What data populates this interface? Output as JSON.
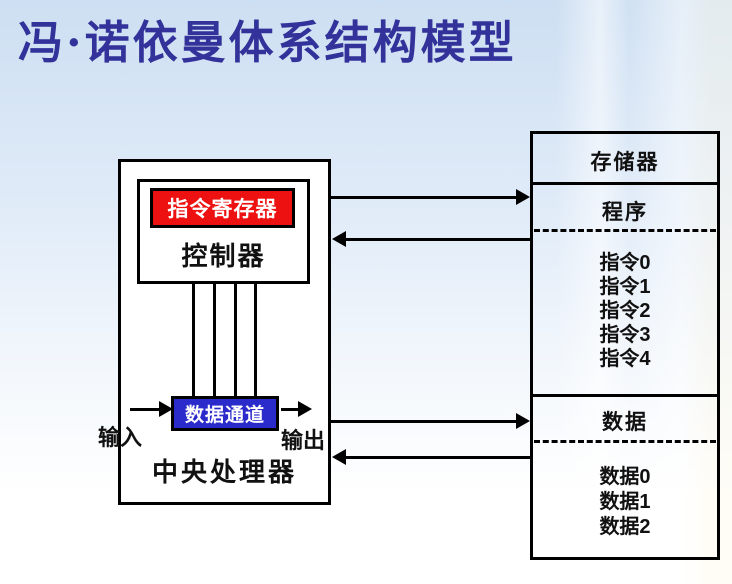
{
  "title": "冯·诺依曼体系结构模型",
  "colors": {
    "title_text": "#32329a",
    "register_fill": "#ee1111",
    "channel_fill": "#2b2bcc",
    "line_color": "#000000",
    "background_top": "#cddff2",
    "background_bottom": "#ffffff"
  },
  "cpu": {
    "label": "中央处理器",
    "controller_label": "控制器",
    "instruction_register_label": "指令寄存器",
    "data_channel_label": "数据通道",
    "input_label": "输入",
    "output_label": "输出"
  },
  "memory": {
    "title": "存储器",
    "program_label": "程序",
    "program_items": [
      "指令0",
      "指令1",
      "指令2",
      "指令3",
      "指令4"
    ],
    "data_label": "数据",
    "data_items": [
      "数据0",
      "数据1",
      "数据2"
    ]
  }
}
